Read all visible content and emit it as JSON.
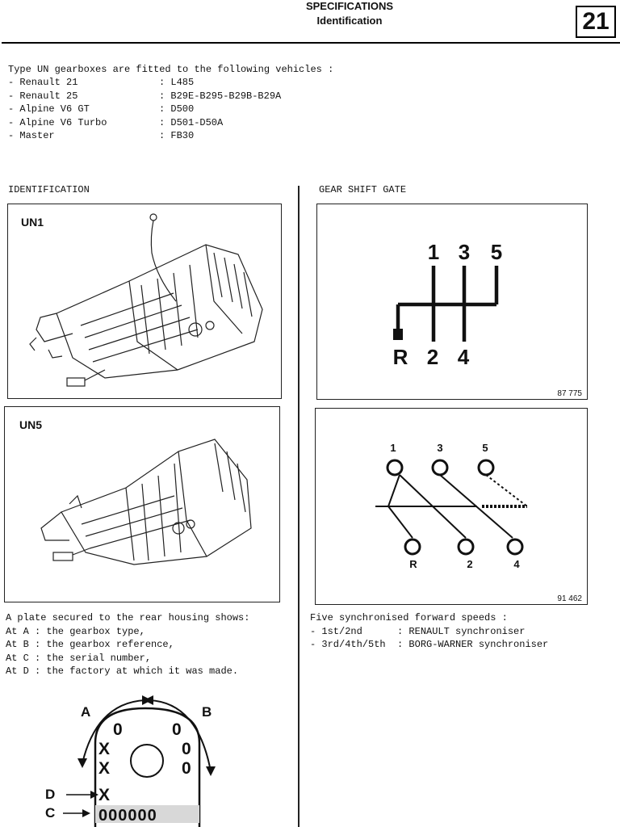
{
  "header": {
    "title": "SPECIFICATIONS",
    "subtitle": "Identification",
    "section_number": "21"
  },
  "intro": {
    "line": "Type UN gearboxes are fitted to the following vehicles :",
    "vehicles": [
      {
        "name": "- Renault 21",
        "code": ": L485"
      },
      {
        "name": "- Renault 25",
        "code": ": B29E-B295-B29B-B29A"
      },
      {
        "name": "- Alpine V6 GT",
        "code": ": D500"
      },
      {
        "name": "- Alpine V6 Turbo",
        "code": ": D501-D50A"
      },
      {
        "name": "- Master",
        "code": ": FB30"
      }
    ]
  },
  "identification": {
    "heading": "IDENTIFICATION",
    "figure1_label": "UN1",
    "figure2_label": "UN5",
    "plate_lines": [
      "A plate secured to the rear housing shows:",
      "At A : the gearbox type,",
      "At B : the gearbox reference,",
      "At C : the serial number,",
      "At D : the factory at which it was made."
    ],
    "plate": {
      "label_a": "A",
      "label_b": "B",
      "label_c": "C",
      "label_d": "D",
      "row1_left": "0",
      "row1_right": "0",
      "row2_left": "X",
      "row2_right": "0",
      "row3_left": "X",
      "row3_right": "0",
      "row4_left": "X",
      "serial": "000000"
    }
  },
  "gear_shift_gate": {
    "heading": "GEAR SHIFT GATE",
    "diagram1": {
      "top": [
        "1",
        "3",
        "5"
      ],
      "bottom": [
        "R",
        "2",
        "4"
      ],
      "ref": "87 775"
    },
    "diagram2": {
      "top": [
        "1",
        "3",
        "5"
      ],
      "bottom": [
        "R",
        "2",
        "4"
      ],
      "ref": "91 462"
    },
    "speeds_lines": [
      "Five synchronised forward speeds :",
      "- 1st/2nd      : RENAULT synchroniser",
      "- 3rd/4th/5th  : BORG-WARNER synchroniser"
    ]
  }
}
